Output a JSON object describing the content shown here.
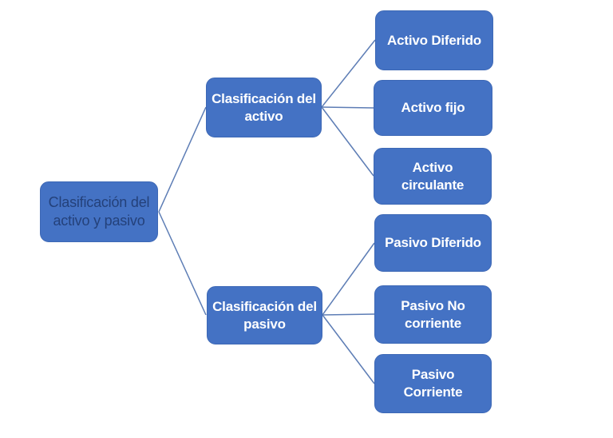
{
  "diagram": {
    "root": {
      "label": "Clasificación del\nactivo y pasivo"
    },
    "branches": [
      {
        "label": "Clasificación del\nactivo",
        "children": [
          {
            "label": "Activo Diferido"
          },
          {
            "label": "Activo fijo"
          },
          {
            "label": "Activo\ncirculante"
          }
        ]
      },
      {
        "label": "Clasificación del\npasivo",
        "children": [
          {
            "label": "Pasivo Diferido"
          },
          {
            "label": "Pasivo No\ncorriente"
          },
          {
            "label": "Pasivo\nCorriente"
          }
        ]
      }
    ],
    "colors": {
      "node_fill": "#4472C4",
      "node_border": "#3D68B5",
      "node_text": "#FFFFFF",
      "root_text": "#24417A",
      "connector": "#5D7DB5",
      "background": "#FFFFFF"
    }
  }
}
